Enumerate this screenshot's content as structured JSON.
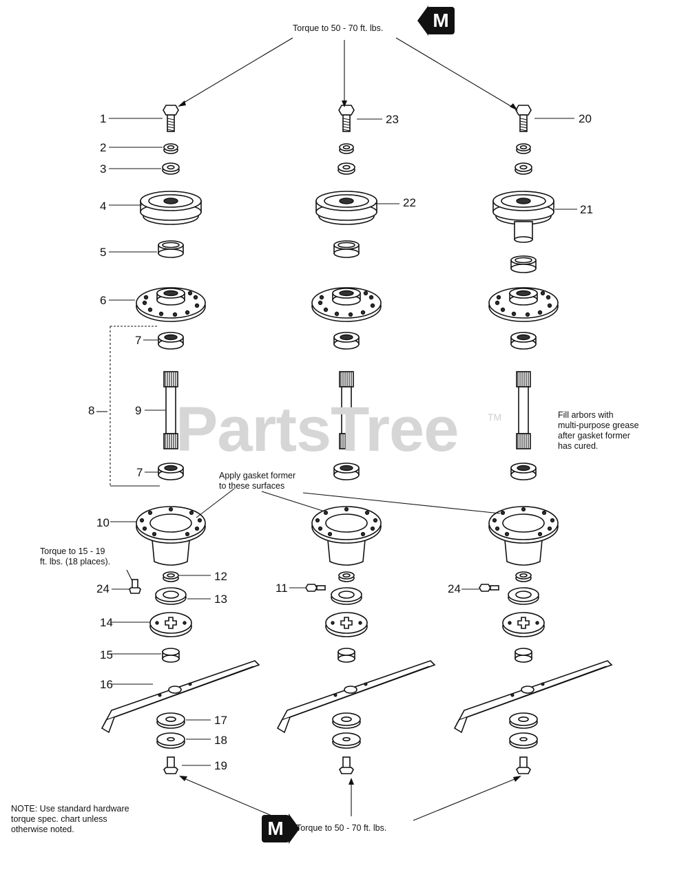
{
  "notes": {
    "torque_top": "Torque to 50 - 70 ft. lbs.",
    "torque_bottom": "Torque to 50 - 70 ft. lbs.",
    "fill_arbors": [
      "Fill arbors with",
      "multi-purpose grease",
      "after gasket former",
      "has cured."
    ],
    "gasket": [
      "Apply gasket former",
      "to these surfaces"
    ],
    "torque_small": [
      "Torque to 15 - 19",
      "ft. lbs. (18 places)."
    ],
    "footer": [
      "NOTE: Use standard hardware",
      "torque spec. chart unless",
      "otherwise noted."
    ]
  },
  "badge": {
    "letter": "M",
    "color": "#111111"
  },
  "watermark": {
    "brand": "PartsTree",
    "tm": "TM"
  },
  "callouts": {
    "c1": "1",
    "c2": "2",
    "c3": "3",
    "c4": "4",
    "c5": "5",
    "c6": "6",
    "c7a": "7",
    "c8": "8",
    "c9": "9",
    "c7b": "7",
    "c10": "10",
    "c24a": "24",
    "c12": "12",
    "c13": "13",
    "c14": "14",
    "c15": "15",
    "c16": "16",
    "c17": "17",
    "c18": "18",
    "c19": "19",
    "c23": "23",
    "c22": "22",
    "c11": "11",
    "c20": "20",
    "c21": "21",
    "c24b": "24"
  }
}
